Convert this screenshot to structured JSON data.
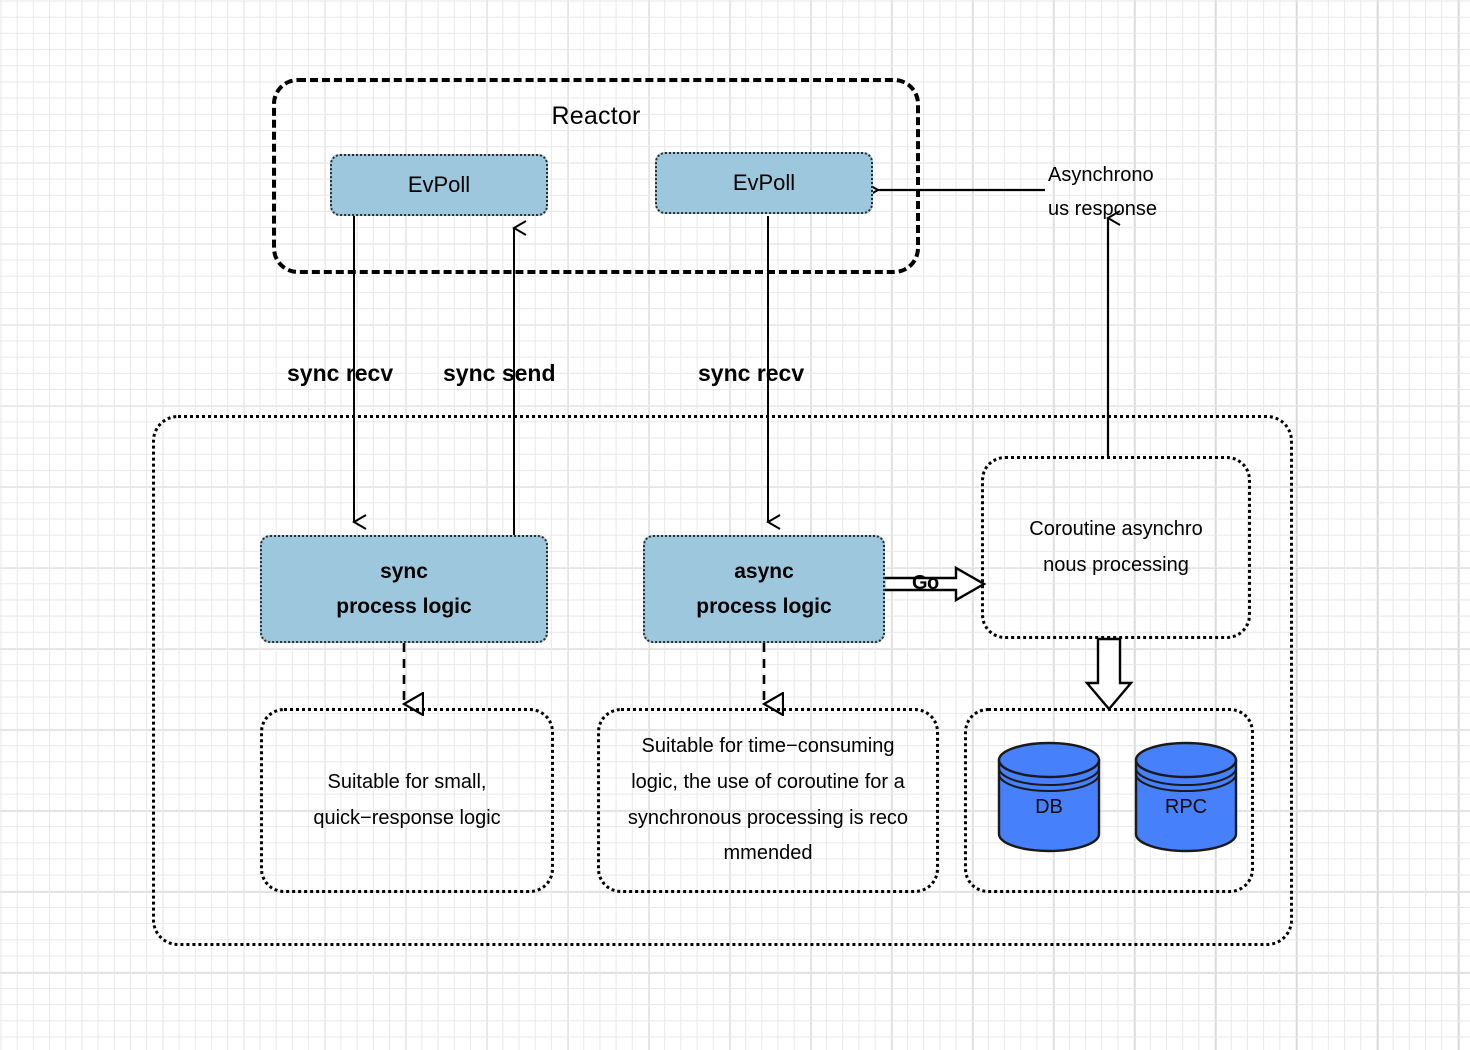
{
  "diagram": {
    "title": "Reactor asynchronous processing architecture",
    "colors": {
      "box_fill": "#9dc7dd",
      "cylinder_fill": "#4680fa",
      "stroke": "#000000",
      "grid_minor": "#e8e8e8",
      "grid_major": "#c9c9c9"
    }
  },
  "reactor": {
    "title": "Reactor",
    "evpoll_left": {
      "label": "EvPoll"
    },
    "evpoll_right": {
      "label": "EvPoll"
    }
  },
  "annotations": {
    "async_response_line1": "Asynchrono",
    "async_response_line2": "us response",
    "go_label": "Go"
  },
  "edges": {
    "sync_recv_left": "sync recv",
    "sync_send": "sync send",
    "sync_recv_right": "sync recv"
  },
  "logic": {
    "sync": {
      "line1": "sync",
      "line2": "process logic"
    },
    "async": {
      "line1": "async",
      "line2": "process logic"
    },
    "coroutine": {
      "line1": "Coroutine asynchro",
      "line2": "nous processing"
    }
  },
  "descriptions": {
    "sync_desc": {
      "line1": "Suitable for small,",
      "line2": "quick−response logic"
    },
    "async_desc": {
      "line1": "Suitable for time−consuming",
      "line2": "logic, the use of coroutine for a",
      "line3": "synchronous processing is reco",
      "line4": "mmended"
    }
  },
  "stores": {
    "db": {
      "label": "DB"
    },
    "rpc": {
      "label": "RPC"
    }
  }
}
